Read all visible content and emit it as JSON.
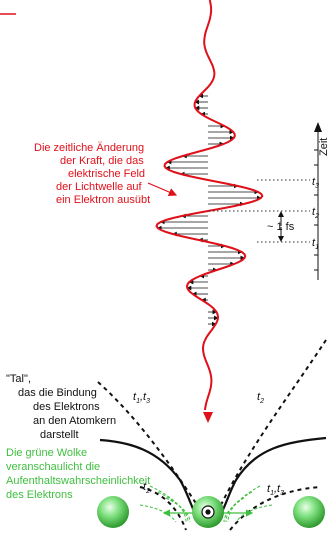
{
  "caption": {
    "line1": "Die zeitliche Änderung",
    "line2": "der Kraft, die das",
    "line3": "elektrische Feld",
    "line4": "der Lichtwelle auf",
    "line5": "ein Elektron ausübt"
  },
  "time_axis": {
    "label": "Zeit",
    "t1": "t",
    "t1_sub": "1",
    "t2": "t",
    "t2_sub": "2",
    "t3": "t",
    "t3_sub": "3",
    "interval": "~ 1 fs"
  },
  "valley": {
    "line1": "\"Tal\",",
    "line2": "das die Bindung",
    "line3": "des Elektrons",
    "line4": "an den Atomkern",
    "line5": "darstellt"
  },
  "cloud": {
    "line1": "Die grüne Wolke",
    "line2": "veranschaulicht die",
    "line3": "Aufenthaltswahrscheinlichkeit",
    "line4": "des Elektrons"
  },
  "curve_labels": {
    "left_top": "t",
    "left_top_sub1": "1",
    "left_top_sep": ",t",
    "left_top_sub2": "3",
    "right_top": "t",
    "right_top_sub": "2",
    "left_bottom": "t",
    "left_bottom_sub": "2",
    "right_bottom": "t",
    "right_bottom_sub1": "1",
    "right_bottom_sep": ",t",
    "right_bottom_sub2": "3"
  },
  "colors": {
    "wave": "#e0101a",
    "cloud": "#3fbf3f",
    "arrows": "#111111"
  }
}
